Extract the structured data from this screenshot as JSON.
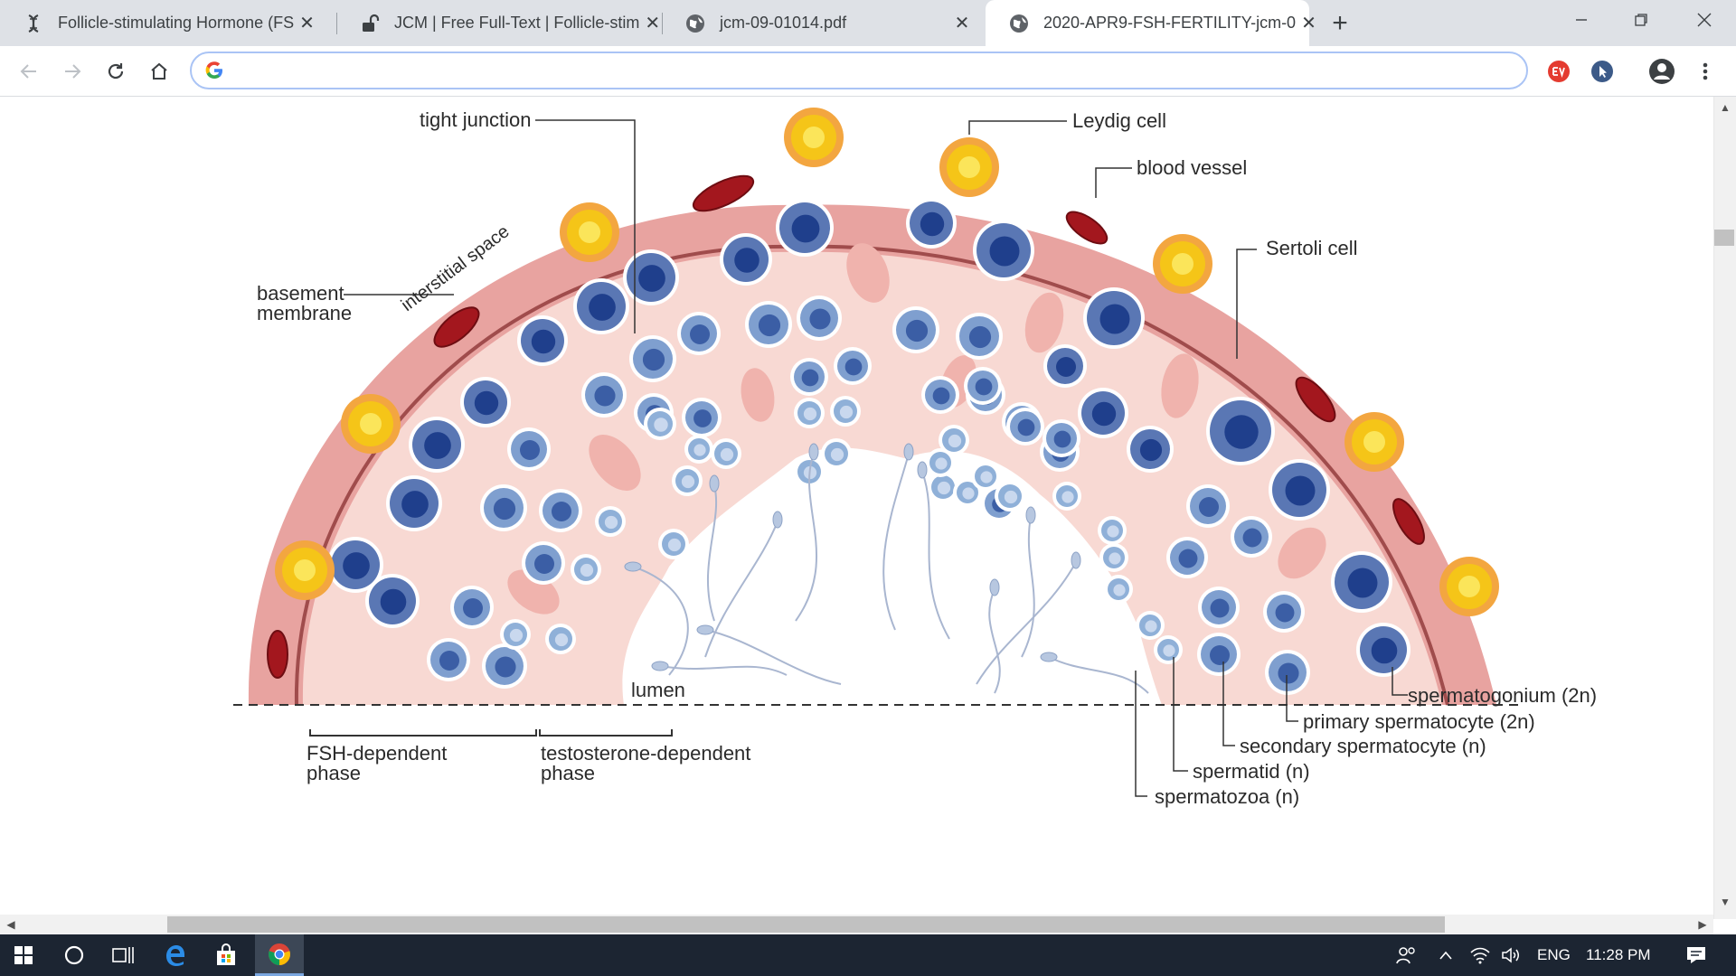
{
  "browser": {
    "tabs": [
      {
        "title": "Follicle-stimulating Hormone (FS",
        "icon": "dna-favicon-icon",
        "active": false
      },
      {
        "title": "JCM | Free Full-Text | Follicle-stim",
        "icon": "unlock-favicon-icon",
        "active": false
      },
      {
        "title": "jcm-09-01014.pdf",
        "icon": "globe-favicon-icon",
        "active": false
      },
      {
        "title": "2020-APR9-FSH-FERTILITY-jcm-0",
        "icon": "globe-favicon-icon",
        "active": true
      }
    ],
    "close_glyph": "✕",
    "new_tab_glyph": "+",
    "address": {
      "value": "",
      "placeholder": ""
    }
  },
  "diagram": {
    "labels": {
      "tight_junction": "tight junction",
      "leydig_cell": "Leydig cell",
      "blood_vessel": "blood vessel",
      "sertoli_cell": "Sertoli cell",
      "interstitial_space": "interstitial space",
      "basement_membrane_1": "basement",
      "basement_membrane_2": "membrane",
      "lumen": "lumen",
      "fsh_phase_1": "FSH-dependent",
      "fsh_phase_2": "phase",
      "testo_phase_1": "testosterone-dependent",
      "testo_phase_2": "phase",
      "spermatogonium": "spermatogonium (2n)",
      "primary_spermatocyte": "primary spermatocyte (2n)",
      "secondary_spermatocyte": "secondary spermatocyte (n)",
      "spermatid": "spermatid (n)",
      "spermatozoa": "spermatozoa (n)"
    },
    "colors": {
      "membrane": "#e8a3a0",
      "tissue": "#f8d9d3",
      "cell_dark": "#1f3f8c",
      "cell_light": "#8fb0d8",
      "leydig": "#f5c518",
      "vessel": "#a3171e"
    }
  },
  "taskbar": {
    "language": "ENG",
    "time": "11:28 PM"
  }
}
